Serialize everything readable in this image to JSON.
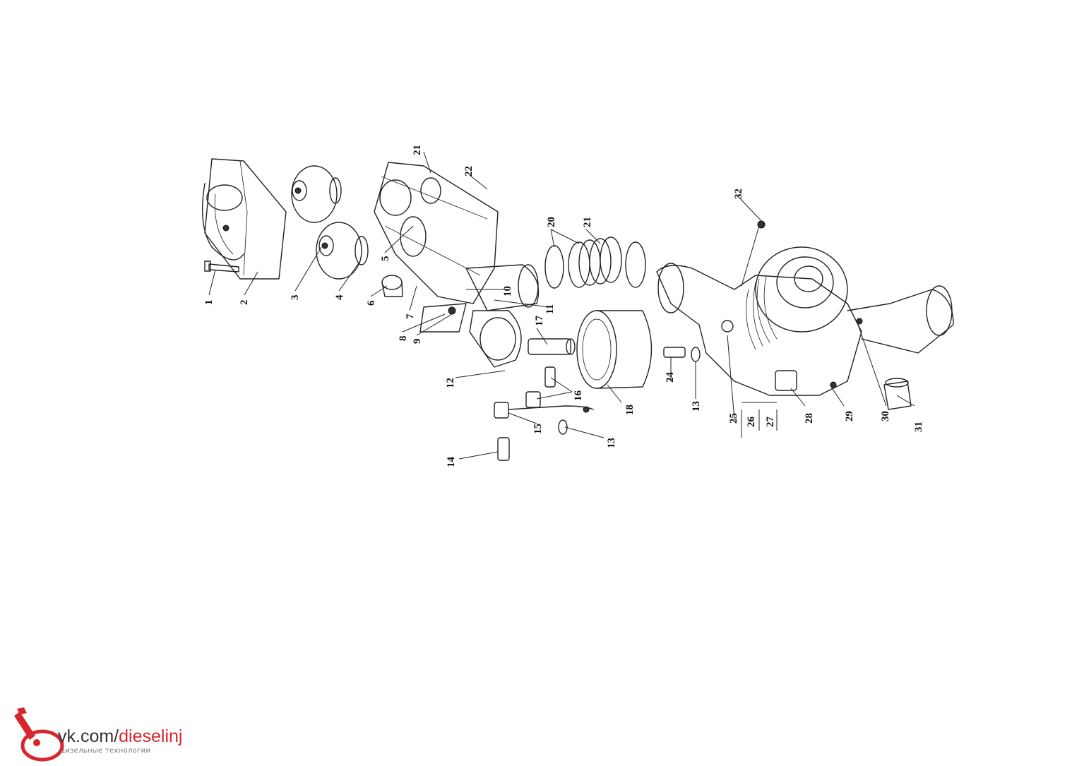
{
  "diagram": {
    "type": "exploded-parts-view",
    "part_labels": [
      "1",
      "2",
      "3",
      "4",
      "5",
      "6",
      "7",
      "8",
      "9",
      "10",
      "11",
      "12",
      "13",
      "13",
      "14",
      "15",
      "16",
      "17",
      "18",
      "20",
      "21",
      "21",
      "22",
      "24",
      "25",
      "26",
      "27",
      "28",
      "29",
      "30",
      "31",
      "32"
    ]
  },
  "watermark": {
    "url_prefix": "vk.com/",
    "url_name": "dieselinj",
    "subtitle": "дизельные технологии",
    "accent_color": "#d8262e",
    "icon": "injector-logo-icon"
  }
}
